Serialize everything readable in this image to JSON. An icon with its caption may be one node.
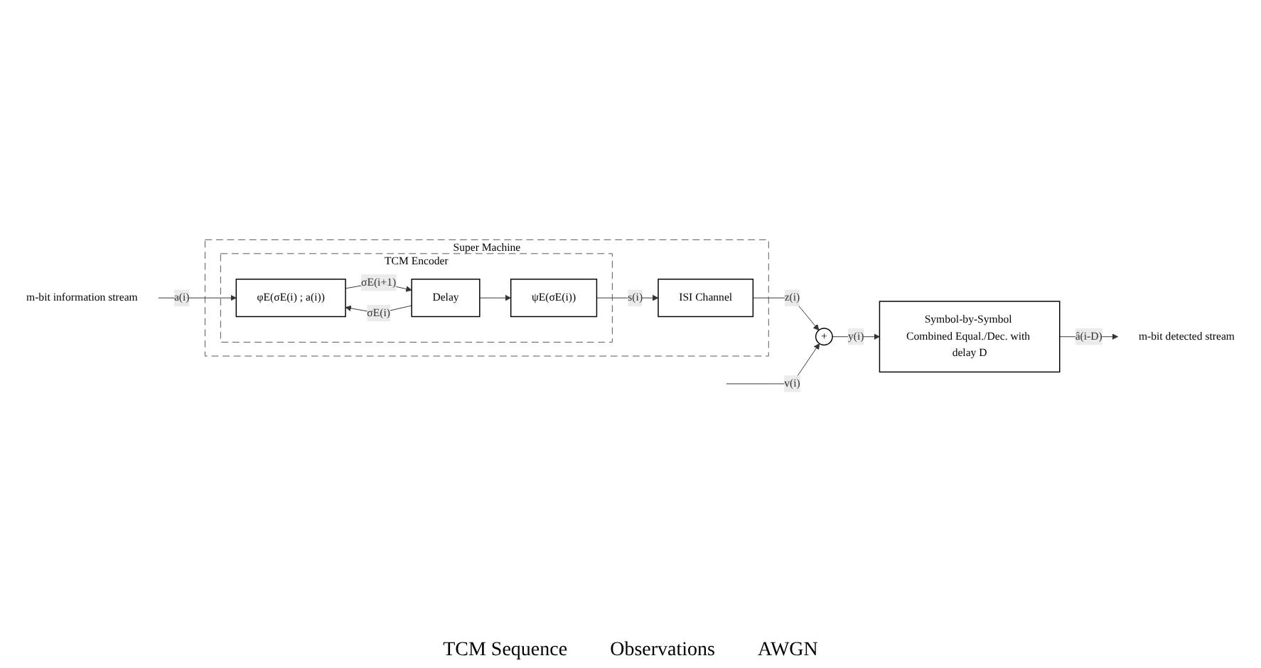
{
  "diagram": {
    "nodes": [
      {
        "text": [
          "Super Machine"
        ]
      },
      {
        "text": [
          "TCM Encoder"
        ],
        "in": 0
      },
      {
        "text": [
          "φE(σE(i) ; a(i))"
        ],
        "in": 1
      },
      {
        "text": [
          "Delay"
        ],
        "in": 1
      },
      {
        "text": [
          "ψE(σE(i))"
        ],
        "in": 1
      },
      {
        "text": [
          "ISI Channel"
        ],
        "in": 0
      },
      {
        "text": [
          "+"
        ]
      },
      {
        "text": [
          "Symbol-by-Symbol Combined Equal./Dec. with delay D"
        ]
      },
      {
        "text": [
          "m-bit information stream"
        ]
      },
      {
        "text": [
          "m-bit detected stream"
        ]
      }
    ],
    "edges": [
      {
        "from": 8,
        "to": 2,
        "arrow": "to",
        "label": "a(i)"
      },
      {
        "from": 2,
        "to": 3,
        "arrow": "to",
        "label": "σE(i+1)"
      },
      {
        "from": 3,
        "to": 2,
        "arrow": "to",
        "label": "σE(i)"
      },
      {
        "from": 3,
        "to": 4,
        "arrow": "to"
      },
      {
        "from": 4,
        "to": 5,
        "arrow": "to",
        "label": "s(i)"
      },
      {
        "from": 5,
        "to": 6,
        "arrow": "to",
        "label": "z(i)"
      },
      {
        "from": null,
        "to": 6,
        "arrow": "to",
        "label": "v(i)"
      },
      {
        "from": 6,
        "to": 7,
        "arrow": "to",
        "label": "y(i)"
      },
      {
        "from": 7,
        "to": 9,
        "arrow": "to",
        "label": "â(i-D)"
      }
    ],
    "labels": [
      "TCM Sequence",
      "Observations",
      "AWGN"
    ]
  }
}
